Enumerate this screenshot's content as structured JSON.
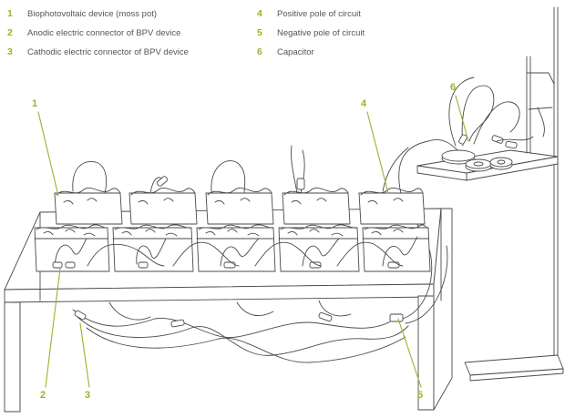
{
  "legend": [
    {
      "num": "1",
      "text": "Biophotovoltaic device (moss pot)"
    },
    {
      "num": "2",
      "text": "Anodic electric connector of BPV device"
    },
    {
      "num": "3",
      "text": "Cathodic electric connector of BPV device"
    },
    {
      "num": "4",
      "text": "Positive pole of circuit"
    },
    {
      "num": "5",
      "text": "Negative pole of circuit"
    },
    {
      "num": "6",
      "text": "Capacitor"
    }
  ],
  "callouts": [
    "1",
    "2",
    "3",
    "4",
    "5",
    "6"
  ],
  "colors": {
    "accent": "#8fb82a",
    "line": "#4a4a4a",
    "text": "#555555"
  }
}
